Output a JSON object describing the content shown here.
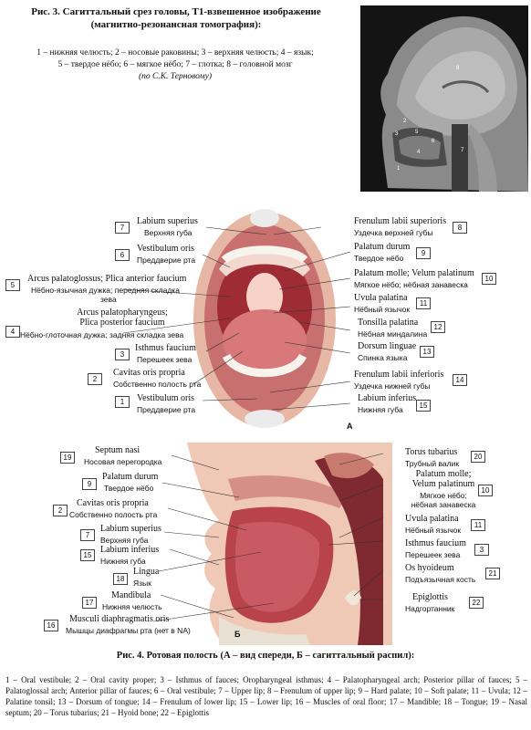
{
  "fig3": {
    "title_line1": "Рис. 3. Сагиттальный срез головы, Т1-взвешенное изображение",
    "title_line2": "(магнитно-резонансная томография):",
    "text_line1": "1 – нижняя челюсть; 2 – носовые раковины; 3 – верхняя челюсть; 4 – язык;",
    "text_line2": "5 – твердое нёбо; 6 – мягкое нёбо; 7 – глотка; 8 – головной мозг",
    "text_line3": "(по С.К. Терновому)",
    "mri_numbers": [
      "8",
      "2",
      "3",
      "5",
      "6",
      "7",
      "4",
      "1"
    ]
  },
  "fig4a": {
    "letter": "А",
    "labels": [
      {
        "num": "7",
        "lat": "Labium superius",
        "ru": "Верхняя губа"
      },
      {
        "num": "6",
        "lat": "Vestibulum oris",
        "ru": "Преддверие рта"
      },
      {
        "num": "5",
        "lat": "Arcus palatoglossus; Plica anterior faucium",
        "ru": "Нёбно-язычная дужка; передняя складка",
        "ru2": "зева"
      },
      {
        "num": "4",
        "lat": "Arcus palatopharyngeus;",
        "lat2": "Plica posterior faucium",
        "ru": "Нёбно-глоточная дужка; задняя складка зева"
      },
      {
        "num": "3",
        "lat": "Isthmus faucium",
        "ru": "Перешеек зева"
      },
      {
        "num": "2",
        "lat": "Cavitas oris propria",
        "ru": "Собственно полость рта"
      },
      {
        "num": "1",
        "lat": "Vestibulum oris",
        "ru": "Преддверие рта"
      },
      {
        "num": "8",
        "lat": "Frenulum labii superioris",
        "ru": "Уздечка верхней губы"
      },
      {
        "num": "9",
        "lat": "Palatum durum",
        "ru": "Твердое нёбо"
      },
      {
        "num": "10",
        "lat": "Palatum molle; Velum palatinum",
        "ru": "Мягкое нёбо; нёбная занавеска"
      },
      {
        "num": "11",
        "lat": "Uvula palatina",
        "ru": "Нёбный язычок"
      },
      {
        "num": "12",
        "lat": "Tonsilla palatina",
        "ru": "Нёбная миндалина"
      },
      {
        "num": "13",
        "lat": "Dorsum linguae",
        "ru": "Спинка языка"
      },
      {
        "num": "14",
        "lat": "Frenulum labii inferioris",
        "ru": "Уздечка нижней губы"
      },
      {
        "num": "15",
        "lat": "Labium inferius",
        "ru": "Нижняя губа"
      }
    ]
  },
  "fig4b": {
    "letter": "Б",
    "labels": [
      {
        "num": "19",
        "lat": "Septum nasi",
        "ru": "Носовая перегородка"
      },
      {
        "num": "9",
        "lat": "Palatum durum",
        "ru": "Твердое нёбо"
      },
      {
        "num": "2",
        "lat": "Cavitas oris propria",
        "ru": "Собственно полость рта"
      },
      {
        "num": "7",
        "lat": "Labium superius",
        "ru": "Верхняя губа"
      },
      {
        "num": "15",
        "lat": "Labium inferius",
        "ru": "Нижняя губа"
      },
      {
        "num": "18",
        "lat": "Lingua",
        "ru": "Язык"
      },
      {
        "num": "17",
        "lat": "Mandibula",
        "ru": "Нижняя челюсть"
      },
      {
        "num": "16",
        "lat": "Musculi diaphragmatis oris",
        "ru": "Мышцы диафрагмы рта (нет в NA)"
      },
      {
        "num": "20",
        "lat": "Torus tubarius",
        "ru": "Трубный валик"
      },
      {
        "num": "10",
        "lat": "Palatum molle;",
        "lat2": "Velum palatinum",
        "ru": "Мягкое нёбо;",
        "ru2": "нёбная занавеска"
      },
      {
        "num": "11",
        "lat": "Uvula palatina",
        "ru": "Нёбный язычок"
      },
      {
        "num": "3",
        "lat": "Isthmus faucium",
        "ru": "Перешеек зева"
      },
      {
        "num": "21",
        "lat": "Os hyoideum",
        "ru": "Подъязычная кость"
      },
      {
        "num": "22",
        "lat": "Epiglottis",
        "ru": "Надгортанник"
      }
    ]
  },
  "fig4": {
    "title": "Рис. 4. Ротовая полость (А – вид спереди, Б – сагиттальный распил):",
    "legend": "1 – Oral vestibule; 2 – Oral cavity proper; 3 – Isthmus of fauces; Oropharyngeal isthmus; 4 – Palatopharyngeal arch; Posterior pillar of fauces; 5 – Palatoglossal arch; Anterior pillar of fauces; 6 – Oral vestibule; 7 – Upper lip; 8 – Frenulum of upper lip; 9 – Hard palate; 10 – Soft palate; 11 – Uvula; 12 – Palatine tonsil; 13 – Dorsum of tongue; 14 – Frenulum of lower lip; 15 – Lower lip; 16 – Muscles of oral floor; 17 – Mandible; 18 – Tongue; 19 – Nasal septum; 20 – Torus tubarius; 21 – Hyoid bone; 22 – Epiglottis"
  }
}
